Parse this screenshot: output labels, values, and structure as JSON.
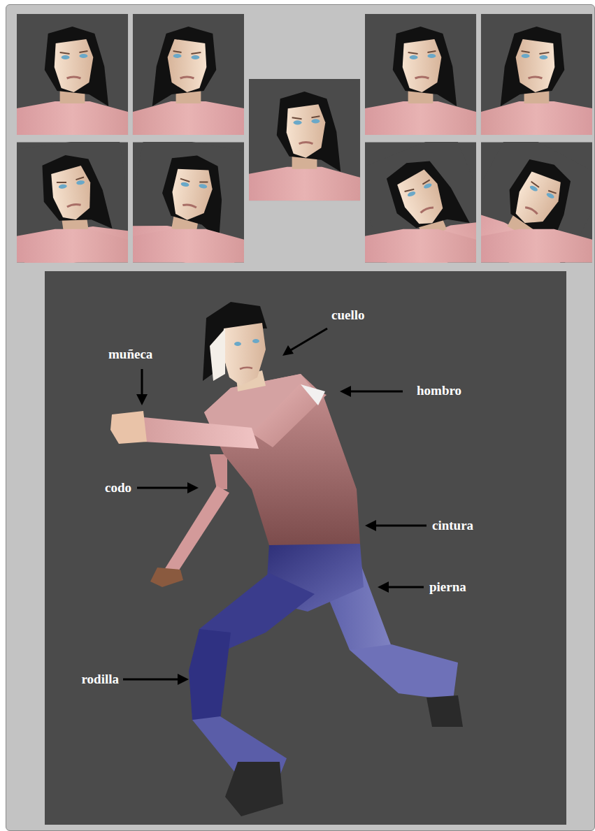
{
  "diagram": {
    "labels": [
      "cuello",
      "muñeca",
      "hombro",
      "codo",
      "cintura",
      "pierna",
      "rodilla"
    ]
  }
}
